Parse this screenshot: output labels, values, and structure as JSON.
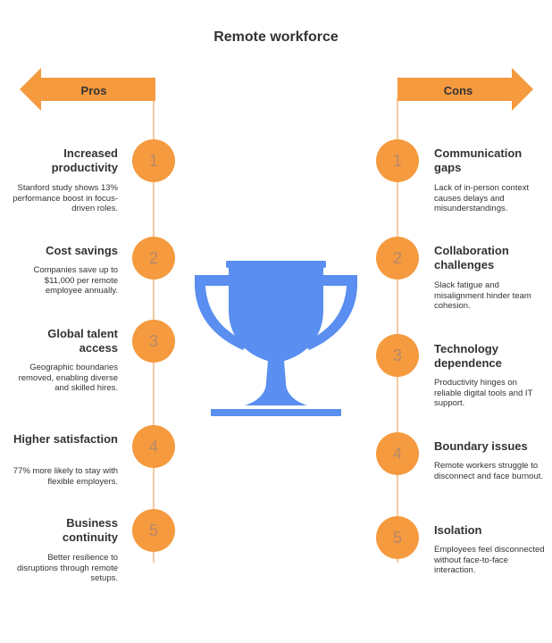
{
  "title": "Remote workforce",
  "accent_color": "#f59a3e",
  "trophy_color": "#5a8ef0",
  "pros": {
    "label": "Pros",
    "items": [
      {
        "num": "1",
        "title": "Increased productivity",
        "desc": "Stanford study shows 13% performance boost in focus-driven roles."
      },
      {
        "num": "2",
        "title": "Cost savings",
        "desc": "Companies save up to $11,000 per remote employee annually."
      },
      {
        "num": "3",
        "title": "Global talent access",
        "desc": "Geographic boundaries removed, enabling diverse and skilled hires."
      },
      {
        "num": "4",
        "title": "Higher satisfaction",
        "desc": "77% more likely to stay with flexible employers."
      },
      {
        "num": "5",
        "title": "Business continuity",
        "desc": "Better resilience to disruptions through remote setups."
      }
    ]
  },
  "cons": {
    "label": "Cons",
    "items": [
      {
        "num": "1",
        "title": "Communication gaps",
        "desc": "Lack of in-person context causes delays and misunderstandings."
      },
      {
        "num": "2",
        "title": "Collaboration challenges",
        "desc": "Slack fatigue and misalignment hinder team cohesion."
      },
      {
        "num": "3",
        "title": "Technology dependence",
        "desc": "Productivity hinges on reliable digital tools and IT support."
      },
      {
        "num": "4",
        "title": "Boundary issues",
        "desc": "Remote workers struggle to disconnect and face burnout."
      },
      {
        "num": "5",
        "title": "Isolation",
        "desc": "Employees feel disconnected without face-to-face interaction."
      }
    ]
  }
}
